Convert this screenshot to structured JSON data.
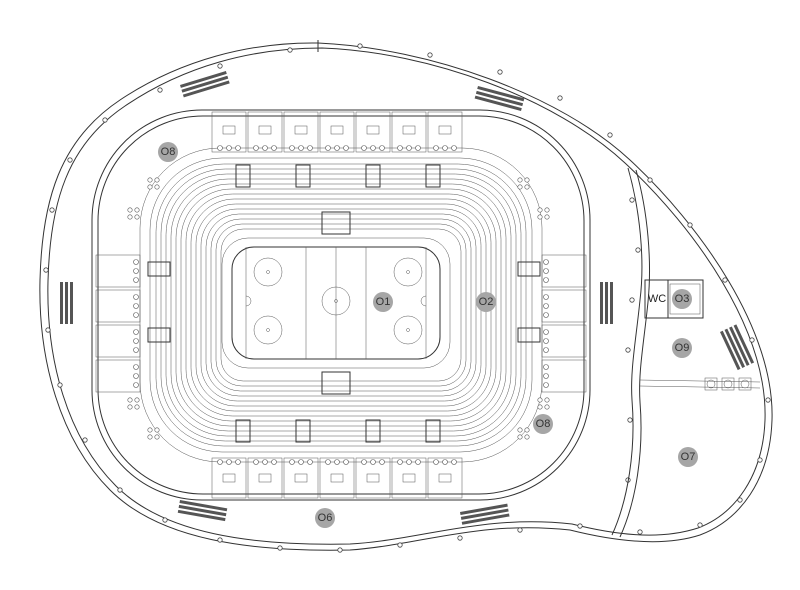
{
  "zones": [
    {
      "id": "zone-o1",
      "label": "O1"
    },
    {
      "id": "zone-o2",
      "label": "O2"
    },
    {
      "id": "zone-o3",
      "label": "O3"
    },
    {
      "id": "zone-o6",
      "label": "O6"
    },
    {
      "id": "zone-o7",
      "label": "O7"
    },
    {
      "id": "zone-o8-top",
      "label": "O8"
    },
    {
      "id": "zone-o8-right",
      "label": "O8"
    },
    {
      "id": "zone-o9",
      "label": "O9"
    }
  ],
  "facilities": {
    "wc_label": "WC"
  },
  "colors": {
    "line": "#333333",
    "marker_fill": "#a6a6a6",
    "background": "#ffffff"
  }
}
